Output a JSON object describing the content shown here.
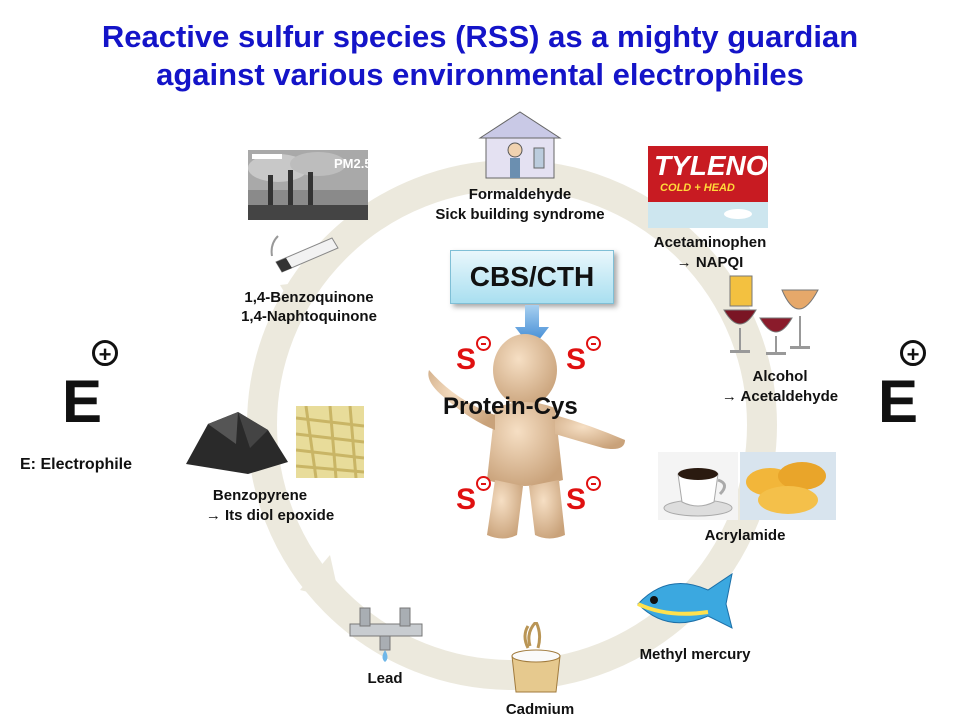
{
  "title": {
    "line1": "Reactive sulfur species (RSS) as a mighty guardian",
    "line2": "against various environmental electrophiles"
  },
  "center": {
    "enzyme": "CBS/CTH",
    "protein": "Protein-Cys",
    "sulfur": "S"
  },
  "electrophile": {
    "symbol": "E",
    "charge": "+",
    "legend": "E: Electrophile"
  },
  "items": {
    "pm25": {
      "tag": "PM2.5"
    },
    "formaldehyde": {
      "line1": "Formaldehyde",
      "line2": "Sick building syndrome"
    },
    "acetaminophen": {
      "line1": "Acetaminophen",
      "line2": "→ NAPQI",
      "brand": "TYLENOL",
      "subbrand": "COLD + HEAD"
    },
    "quinones": {
      "line1": "1,4-Benzoquinone",
      "line2": "1,4-Naphtoquinone"
    },
    "alcohol": {
      "line1": "Alcohol",
      "line2": "→ Acetaldehyde"
    },
    "benzopyrene": {
      "line1": "Benzopyrene",
      "line2": "→ Its diol epoxide"
    },
    "acrylamide": {
      "line1": "Acrylamide"
    },
    "methylmercury": {
      "line1": "Methyl mercury"
    },
    "lead": {
      "line1": "Lead"
    },
    "cadmium": {
      "line1": "Cadmium"
    }
  }
}
